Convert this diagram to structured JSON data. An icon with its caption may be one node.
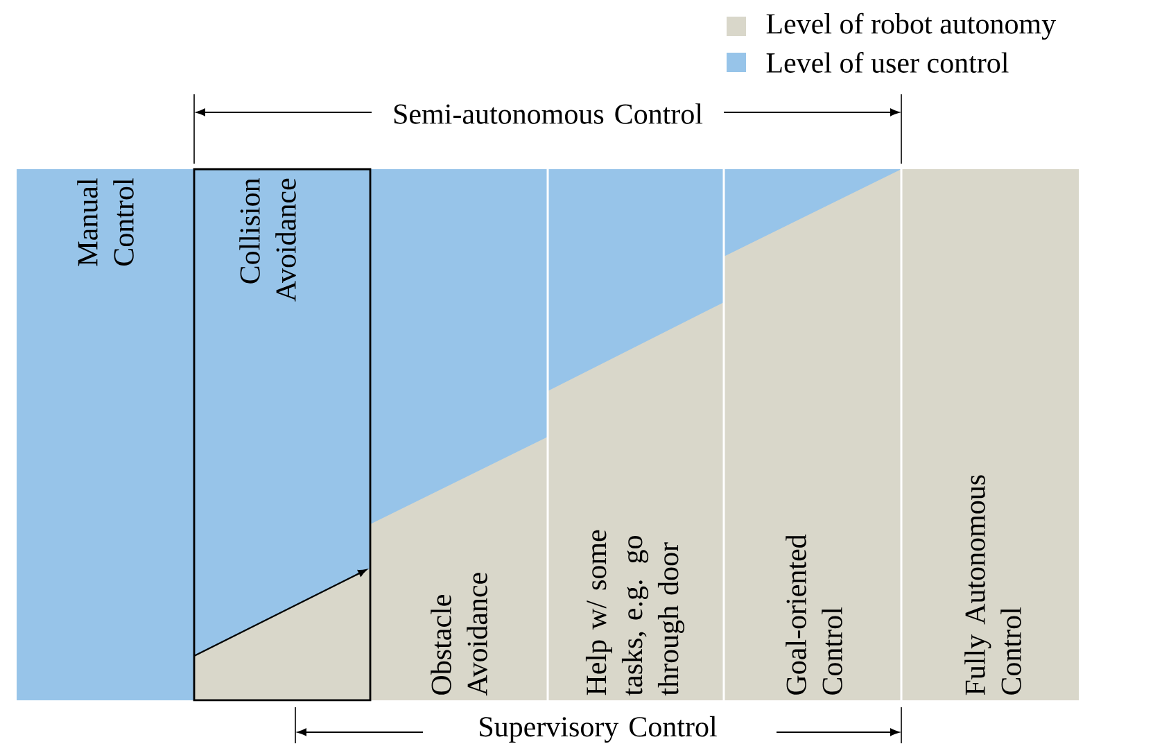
{
  "diagram": {
    "nodes": [
      {
        "text": [
          "Manual Control"
        ]
      },
      {
        "text": [
          "Collision Avoidance"
        ]
      },
      {
        "text": [
          "Obstacle Avoidance"
        ]
      },
      {
        "text": [
          "Help w/ some tasks, e.g. go through door"
        ]
      },
      {
        "text": [
          "Goal-oriented Control"
        ]
      },
      {
        "text": [
          "Fully Autonomous Control"
        ]
      }
    ],
    "labels": [
      "Semi-autonomous Control",
      "Supervisory Control"
    ],
    "legend": [
      {
        "text": "Level of robot autonomy",
        "color": "#d9d7ca"
      },
      {
        "text": "Level of user control",
        "color": "#97c4e9"
      }
    ]
  }
}
